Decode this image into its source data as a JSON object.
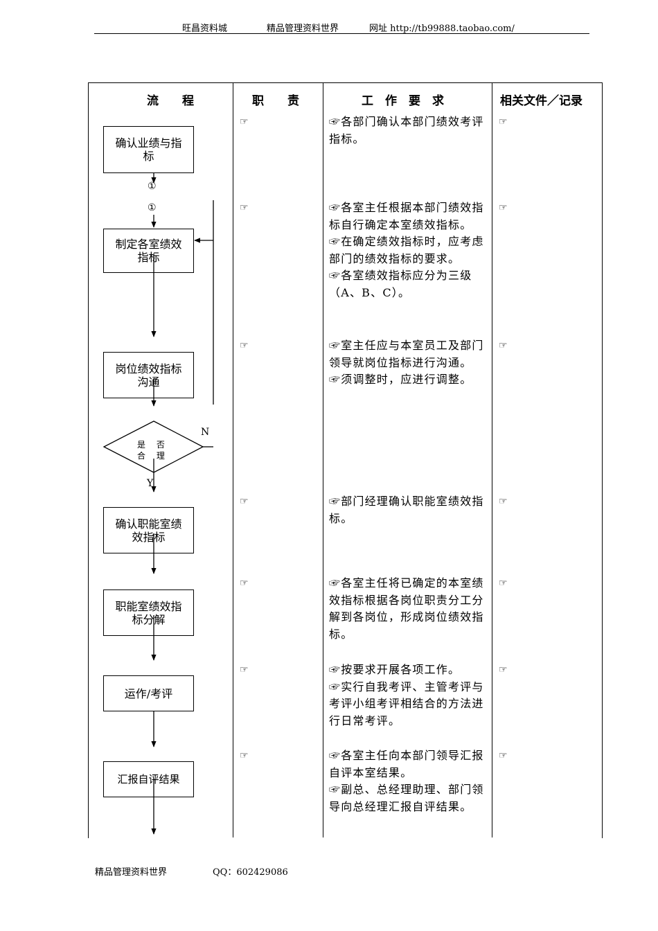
{
  "header": {
    "shop": "旺昌资料城",
    "brand": "精品管理资料世界",
    "site": "网址 http://tb99888.taobao.com/"
  },
  "footer": {
    "brand": "精品管理资料世界",
    "qq": "QQ：602429086"
  },
  "columns": {
    "flow": "流　　程",
    "duty": "职　　责",
    "requirement": "工　作　要　求",
    "records": "相关文件／记录"
  },
  "marker": "☞",
  "connector": "①",
  "decision": {
    "text": "是 否 合 理",
    "no": "N",
    "yes": "Y"
  },
  "steps": [
    {
      "label": "确认业绩与指标",
      "requirements": [
        "☞各部门确认本部门绩效考评指标。"
      ]
    },
    {
      "label": "制定各室绩效指标",
      "requirements": [
        "☞各室主任根据本部门绩效指标自行确定本室绩效指标。",
        "☞在确定绩效指标时，应考虑部门的绩效指标的要求。",
        "☞各室绩效指标应分为三级（A、B、C）。"
      ]
    },
    {
      "label": "岗位绩效指标沟通",
      "requirements": [
        "☞室主任应与本室员工及部门领导就岗位指标进行沟通。",
        "☞须调整时，应进行调整。"
      ]
    },
    {
      "label": "确认职能室绩效指标",
      "requirements": [
        "☞部门经理确认职能室绩效指标。"
      ]
    },
    {
      "label": "职能室绩效指标分解",
      "requirements": [
        "☞各室主任将已确定的本室绩效指标根据各岗位职责分工分解到各岗位，形成岗位绩效指标。"
      ]
    },
    {
      "label": "运作/考评",
      "requirements": [
        "☞按要求开展各项工作。",
        "☞实行自我考评、主管考评与考评小组考评相结合的方法进行日常考评。"
      ]
    },
    {
      "label": "汇报自评结果",
      "requirements": [
        "☞各室主任向本部门领导汇报自评本室结果。",
        "☞副总、总经理助理、部门领导向总经理汇报自评结果。"
      ]
    }
  ]
}
